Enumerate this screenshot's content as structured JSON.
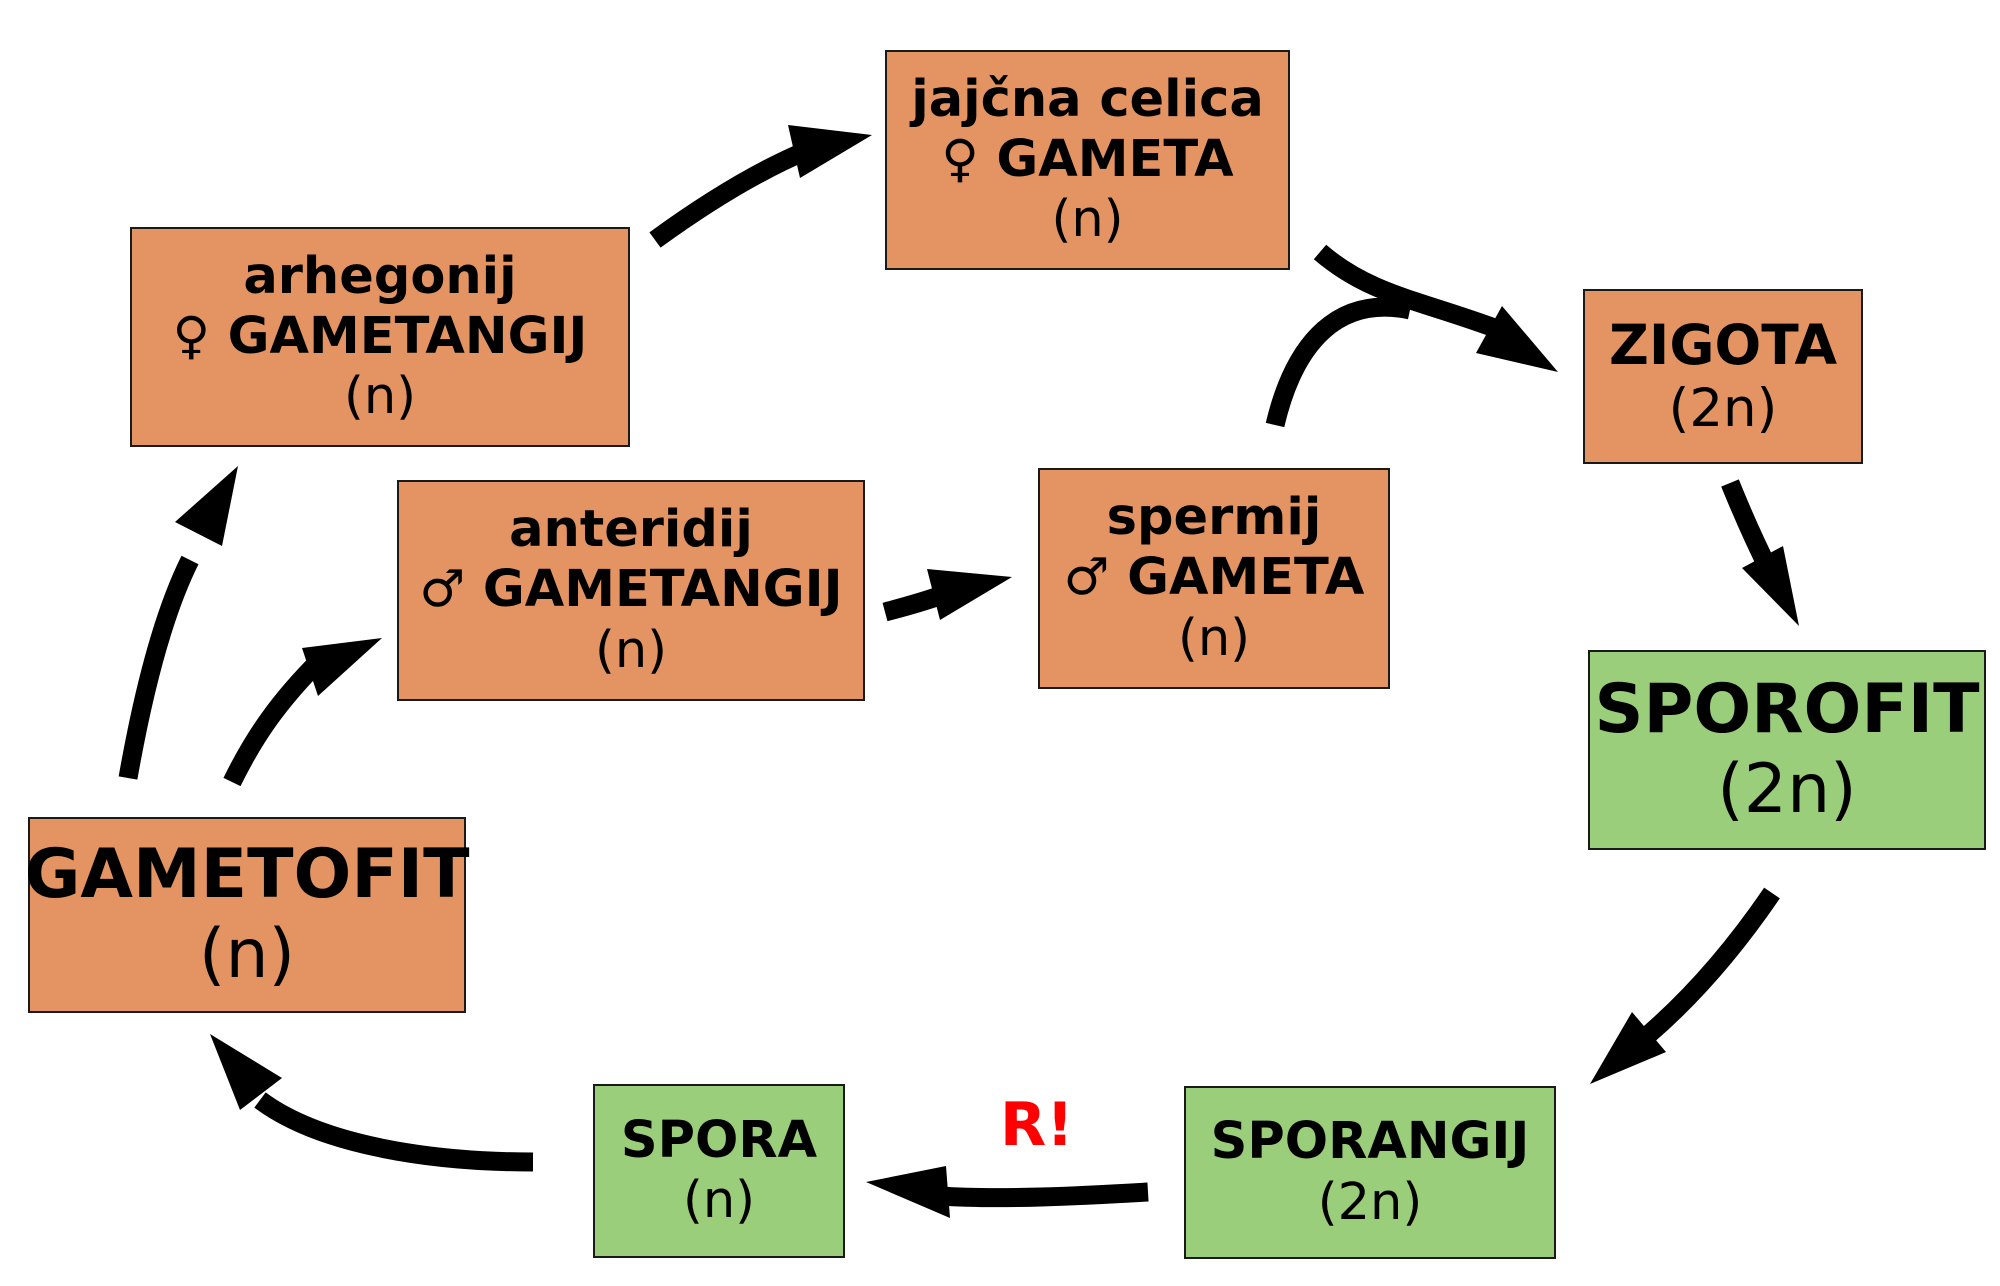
{
  "colors": {
    "haploid": "#e39462",
    "diploid": "#9ace7a",
    "arrow": "#000000",
    "highlight": "#ff0000"
  },
  "nodes": {
    "egg": {
      "line1": "jajčna celica",
      "line2": "♀ GAMETA",
      "ploidy": "(n)"
    },
    "archegonium": {
      "line1": "arhegonij",
      "line2": "♀ GAMETANGIJ",
      "ploidy": "(n)"
    },
    "antheridium": {
      "line1": "anteridij",
      "line2": "♂ GAMETANGIJ",
      "ploidy": "(n)"
    },
    "sperm": {
      "line1": "spermij",
      "line2": "♂ GAMETA",
      "ploidy": "(n)"
    },
    "zygote": {
      "line1": "ZIGOTA",
      "ploidy": "(2n)"
    },
    "sporophyte": {
      "line1": "SPOROFIT",
      "ploidy": "(2n)"
    },
    "gametophyte": {
      "line1": "GAMETOFIT",
      "ploidy": "(n)"
    },
    "spore": {
      "line1": "SPORA",
      "ploidy": "(n)"
    },
    "sporangium": {
      "line1": "SPORANGIJ",
      "ploidy": "(2n)"
    }
  },
  "meiosis_label": "R!"
}
